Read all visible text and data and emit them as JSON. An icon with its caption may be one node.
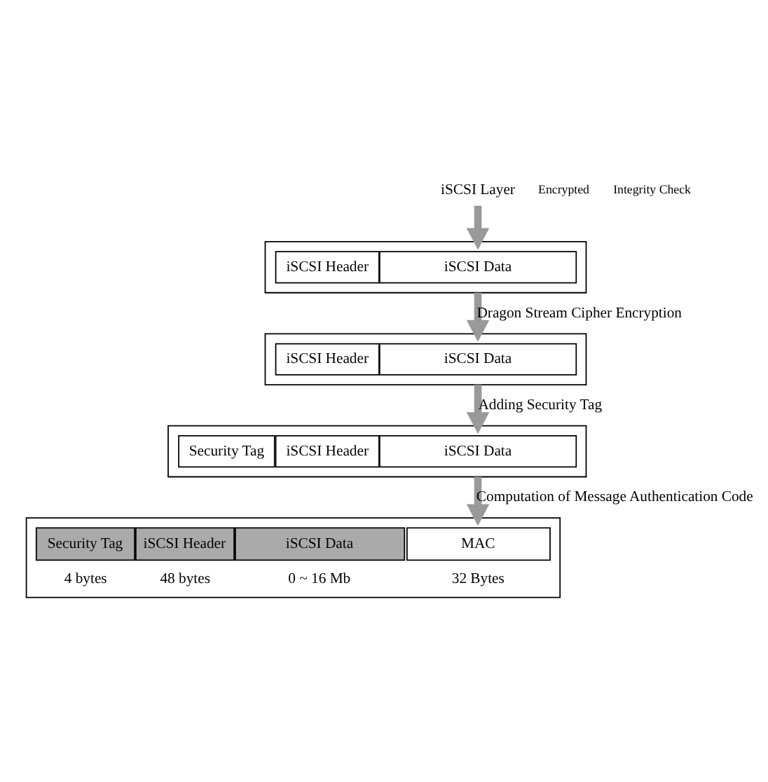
{
  "diagram": {
    "nodes": [
      {
        "text": [
          "iSCSI Layer"
        ]
      },
      {
        "text": [],
        "shape": "box"
      },
      {
        "text": [
          "iSCSI Header"
        ],
        "in": 1
      },
      {
        "text": [
          "iSCSI Data"
        ],
        "in": 1
      },
      {
        "text": [],
        "shape": "box"
      },
      {
        "text": [
          "iSCSI Header"
        ],
        "in": 4
      },
      {
        "text": [
          "iSCSI Data"
        ],
        "in": 4
      },
      {
        "text": [],
        "shape": "box"
      },
      {
        "text": [
          "Security Tag"
        ],
        "in": 7
      },
      {
        "text": [
          "iSCSI Header"
        ],
        "in": 7
      },
      {
        "text": [
          "iSCSI Data"
        ],
        "in": 7
      },
      {
        "text": [],
        "shape": "box"
      },
      {
        "text": [
          "Security Tag"
        ],
        "in": 11,
        "beside": [
          "4 bytes"
        ]
      },
      {
        "text": [
          "iSCSI Header"
        ],
        "in": 11,
        "beside": [
          "48 bytes"
        ]
      },
      {
        "text": [
          "iSCSI Data"
        ],
        "in": 11,
        "beside": [
          "0 ~ 16 Mb"
        ]
      },
      {
        "text": [
          "MAC"
        ],
        "in": 11,
        "beside": [
          "32 Bytes"
        ]
      }
    ],
    "edges": [
      {
        "from": 0,
        "to": 1,
        "arrow": "to"
      },
      {
        "from": 1,
        "to": 4,
        "arrow": "to",
        "label": "Dragon Stream Cipher Encryption"
      },
      {
        "from": 4,
        "to": 7,
        "arrow": "to",
        "label": "Adding Security Tag"
      },
      {
        "from": 7,
        "to": 11,
        "arrow": "to",
        "label": "Computation of Message Authentication Code"
      }
    ],
    "labels": [
      "Encrypted",
      "Integrity Check"
    ]
  }
}
